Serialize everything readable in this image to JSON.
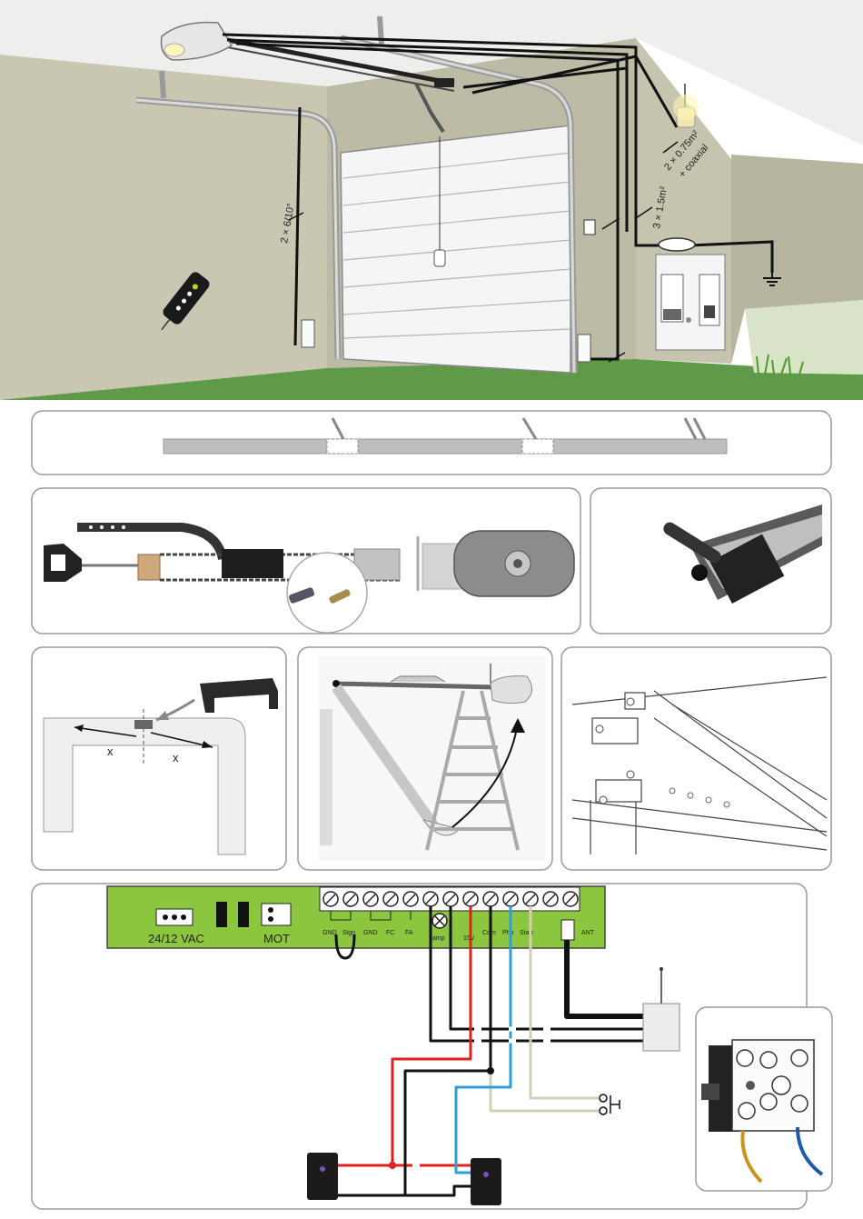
{
  "installation": {
    "cable_labels": {
      "left_wall": "2 × 6/10°",
      "flashlight": "2 × 0.75m²",
      "coaxial": "+ coaxial",
      "mains": "3 × 1.5m²"
    }
  },
  "centering": {
    "dim_left": "x",
    "dim_right": "x"
  },
  "board": {
    "power_label": "24/12 VAC",
    "motor_label": "MOT",
    "terminal_labels": [
      "GND",
      "Sign",
      "GND",
      "FC",
      "FA",
      "Lamp",
      "15V",
      "Com",
      "Pho",
      "Start",
      "ANT"
    ]
  },
  "colors": {
    "wall": "#c9c7b2",
    "ceiling": "#ededec",
    "floor": "#5f9a48",
    "board": "#8cc63f",
    "wire_red": "#e0201c",
    "wire_blue": "#2f9ed8",
    "wire_beige": "#d3cfb6",
    "wire_brown": "#c8961e",
    "wire_navy": "#1e5aa8"
  },
  "icons": [
    "remote-control-icon",
    "flashlight-icon",
    "ground-icon",
    "photocell-icon",
    "push-button-icon",
    "lamp-icon",
    "antenna-icon"
  ]
}
